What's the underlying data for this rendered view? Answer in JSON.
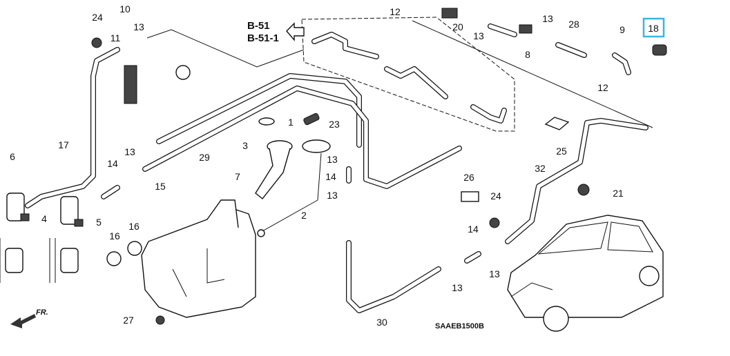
{
  "diagram": {
    "ref_arrow": {
      "line1": "B-51",
      "line2": "B-51-1"
    },
    "drawing_code": "SAAEB1500B",
    "front_indicator": "FR.",
    "highlight_color": "#3bb5e0",
    "highlighted_part": "18",
    "callouts": [
      "24",
      "10",
      "11",
      "13",
      "12",
      "20",
      "13",
      "13",
      "28",
      "8",
      "9",
      "18",
      "12",
      "1",
      "23",
      "17",
      "6",
      "13",
      "14",
      "29",
      "3",
      "7",
      "13",
      "14",
      "13",
      "15",
      "4",
      "5",
      "16",
      "16",
      "2",
      "25",
      "32",
      "26",
      "24",
      "21",
      "14",
      "13",
      "13",
      "27",
      "30"
    ]
  }
}
